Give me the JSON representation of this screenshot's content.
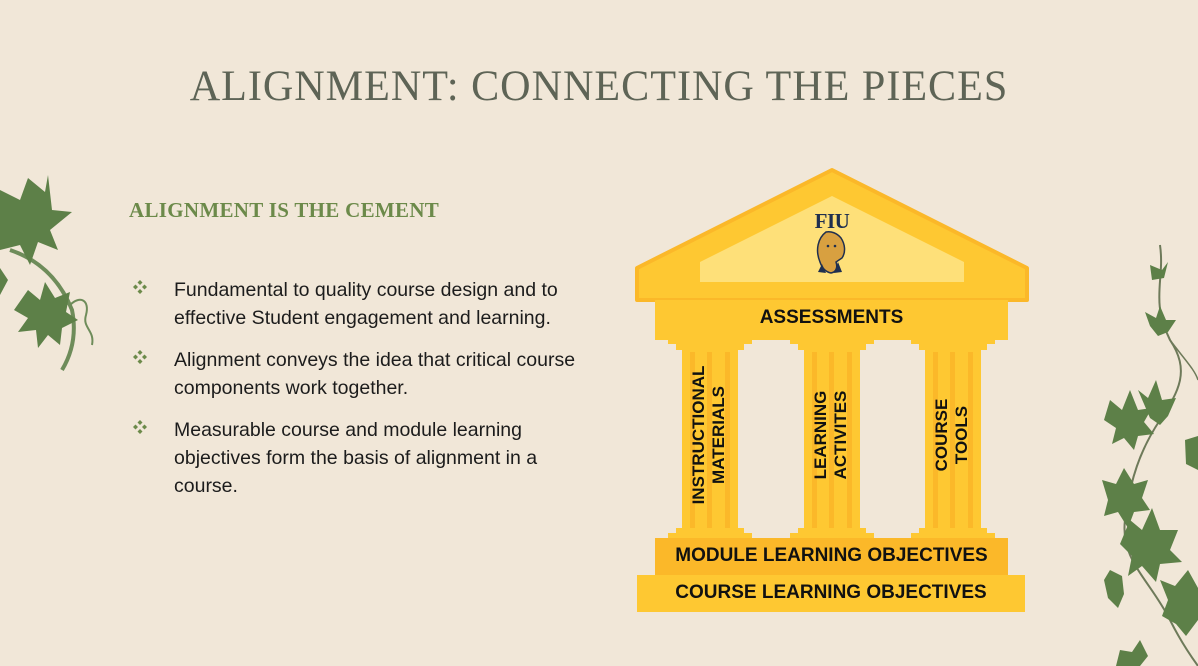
{
  "slide": {
    "title": "ALIGNMENT: CONNECTING THE PIECES",
    "subtitle": "ALIGNMENT IS THE CEMENT",
    "bullets": [
      {
        "icon": "diamond-cluster-bullet-icon",
        "text": "Fundamental to quality course design and to effective Student engagement and learning."
      },
      {
        "icon": "diamond-cluster-bullet-icon",
        "text": "Alignment conveys the idea that critical course components work together."
      },
      {
        "icon": "diamond-cluster-bullet-icon",
        "text": "Measurable course and module learning objectives form the basis of alignment in a course."
      }
    ]
  },
  "diagram": {
    "logo_text": "FIU",
    "roof_label": "ASSESSMENTS",
    "pillars": [
      {
        "line1": "INSTRUCTIONAL",
        "line2": "MATERIALS"
      },
      {
        "line1": "LEARNING",
        "line2": "ACTIVITES"
      },
      {
        "line1": "COURSE",
        "line2": "TOOLS"
      }
    ],
    "module_base": "MODULE LEARNING OBJECTIVES",
    "course_base": "COURSE LEARNING OBJECTIVES"
  },
  "colors": {
    "background": "#f1e7d8",
    "title": "#5e6456",
    "subtitle": "#6c8a4a",
    "bullet_icon": "#6c8a4a",
    "temple_gold": "#fec832",
    "temple_dark_gold": "#fbb829",
    "temple_light": "#fee079",
    "ivy_green": "#5d8048"
  }
}
